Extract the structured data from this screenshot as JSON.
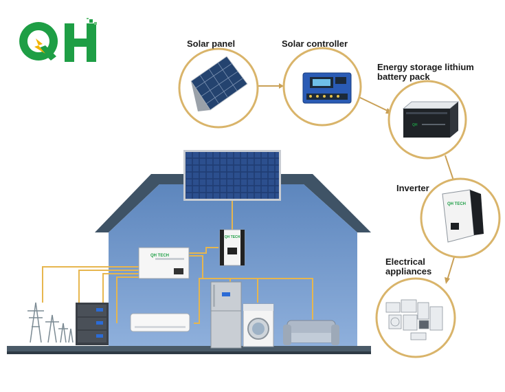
{
  "logo": {
    "text": "QH",
    "color_primary": "#1e9e45",
    "color_accent": "#f2b400"
  },
  "flow_steps": [
    {
      "label": "Solar panel",
      "icon": "solar-panel-icon"
    },
    {
      "label": "Solar controller",
      "icon": "solar-controller-icon"
    },
    {
      "label": "Energy storage lithium battery pack",
      "line1": "Energy storage lithium",
      "line2": "battery pack",
      "icon": "battery-pack-icon"
    },
    {
      "label": "Inverter",
      "icon": "inverter-icon"
    },
    {
      "label": "Electrical appliances",
      "line1": "Electrical",
      "line2": "appliances",
      "icon": "appliances-icon"
    }
  ],
  "house": {
    "devices": [
      "solar-panel",
      "inverter",
      "battery-unit",
      "air-conditioner",
      "refrigerator",
      "washing-machine",
      "sofa",
      "battery-rack",
      "power-tower"
    ],
    "inverter_brand": "QH TECH",
    "battery_brand": "QH TECH"
  },
  "colors": {
    "circle_border": "#d9b46a",
    "arrow": "#c9a056",
    "wire": "#e7b64e",
    "house_wall": "#6f93c4",
    "roof": "#3f5366"
  }
}
